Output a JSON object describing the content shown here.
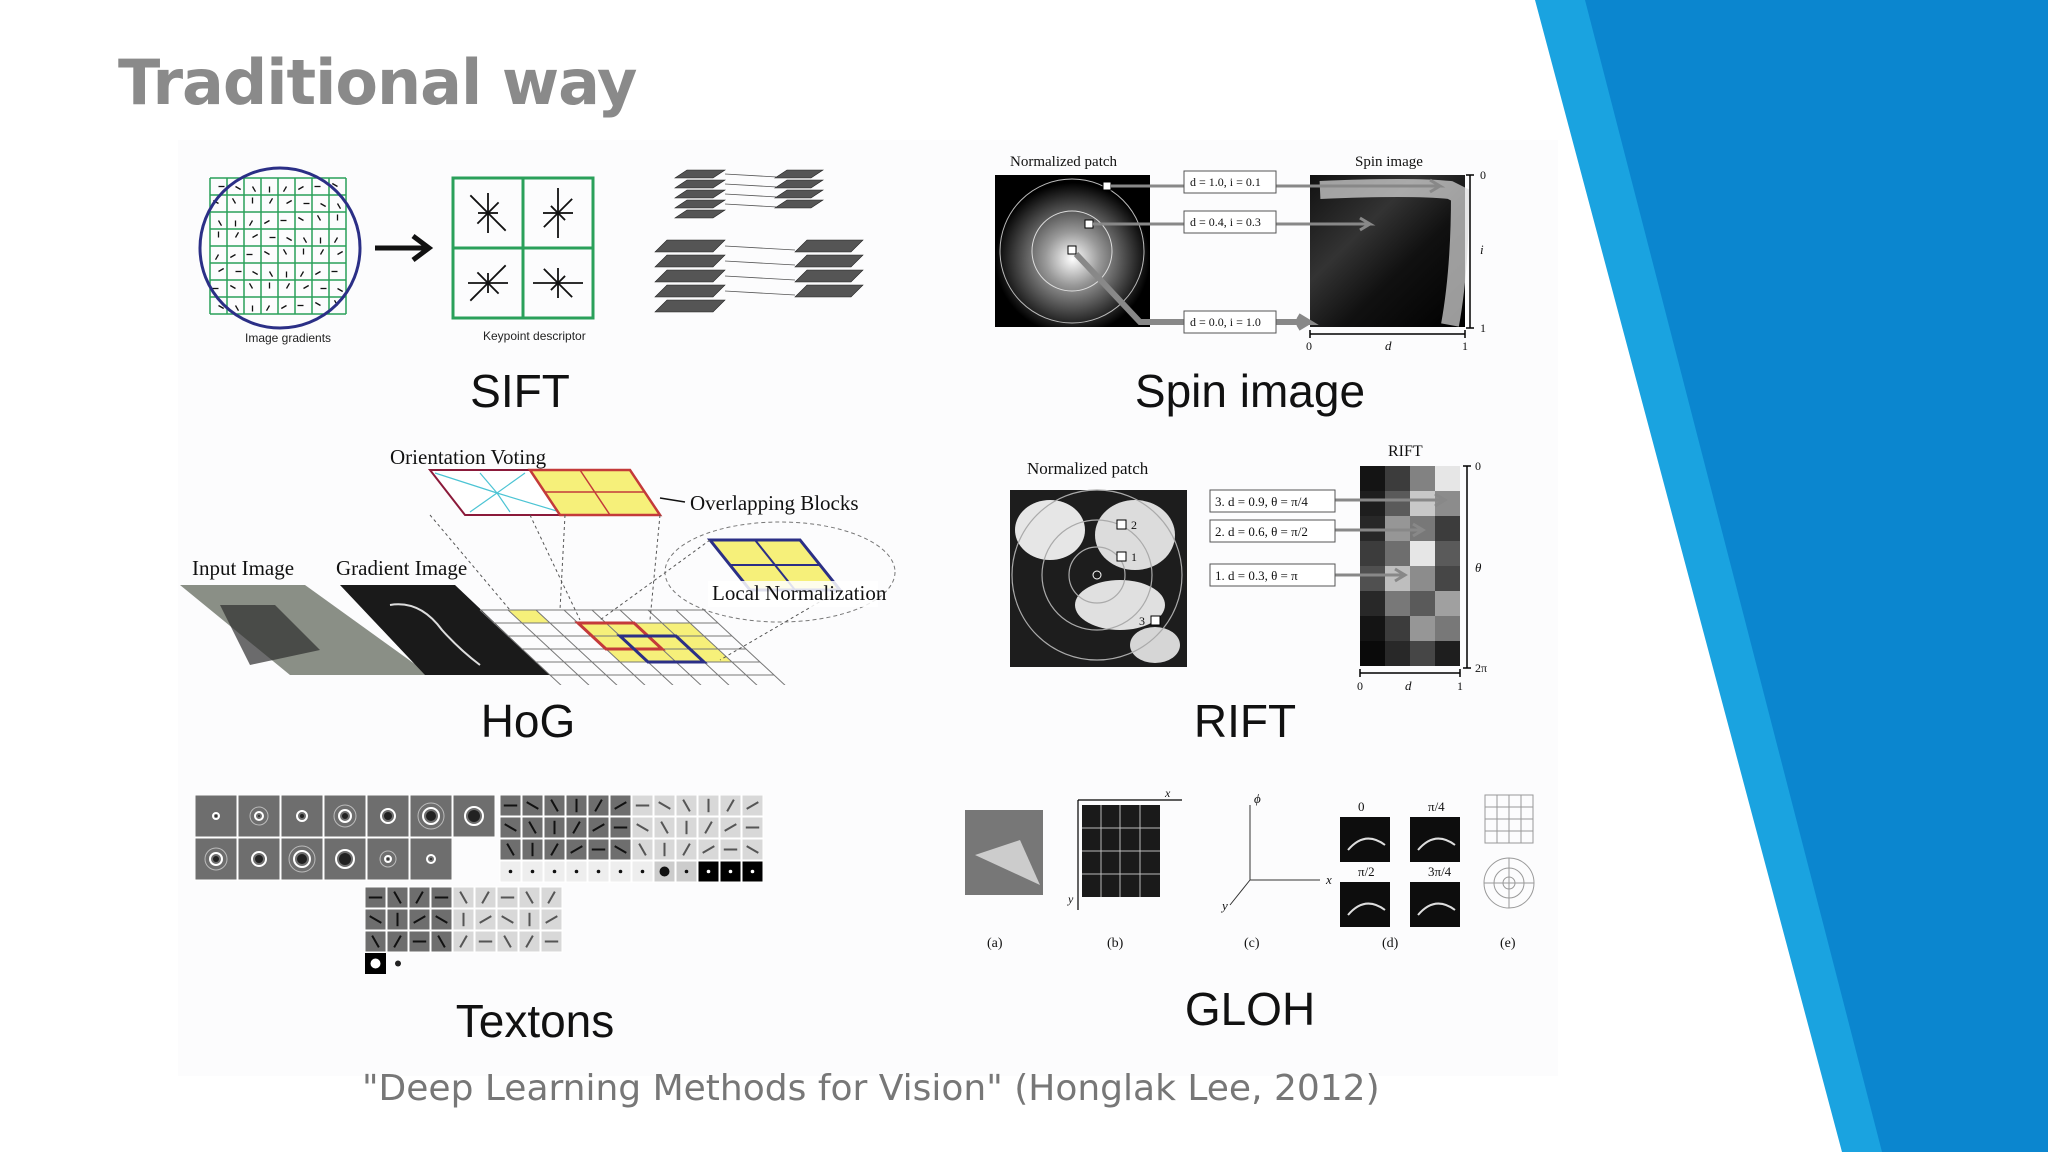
{
  "slide": {
    "title": "Traditional way",
    "citation": "\"Deep Learning Methods for Vision\" (Honglak Lee, 2012)",
    "accent_colors": [
      "#1aa3e0",
      "#0b86cf"
    ]
  },
  "panels": {
    "sift": {
      "caption": "SIFT",
      "labels": {
        "left": "Image gradients",
        "right": "Keypoint descriptor"
      }
    },
    "spin": {
      "caption": "Spin image",
      "labels": {
        "left": "Normalized patch",
        "right": "Spin image",
        "box1": "d = 1.0, i = 0.1",
        "box2": "d = 0.4, i = 0.3",
        "box3": "d = 0.0, i = 1.0",
        "y_top": "0",
        "y_mid": "i",
        "y_bot": "1",
        "x_left": "0",
        "x_mid": "d",
        "x_right": "1"
      }
    },
    "hog": {
      "caption": "HoG",
      "labels": {
        "orientation": "Orientation Voting",
        "overlap": "Overlapping Blocks",
        "input": "Input Image",
        "gradient": "Gradient Image",
        "localnorm": "Local Normalization"
      }
    },
    "rift": {
      "caption": "RIFT",
      "labels": {
        "left": "Normalized patch",
        "right": "RIFT",
        "box1": "3. d = 0.9,  θ = π/4",
        "box2": "2. d = 0.6,  θ = π/2",
        "box3": "1. d = 0.3,  θ = π",
        "y_top": "0",
        "y_mid": "θ",
        "y_bot": "2π",
        "x_left": "0",
        "x_mid": "d",
        "x_right": "1",
        "p1": "1",
        "p2": "2",
        "p3": "3"
      }
    },
    "textons": {
      "caption": "Textons"
    },
    "gloh": {
      "caption": "GLOH",
      "sublabels": [
        "(a)",
        "(b)",
        "(c)",
        "(d)",
        "(e)"
      ],
      "angles": [
        "0",
        "π/4",
        "π/2",
        "3π/4"
      ]
    }
  }
}
